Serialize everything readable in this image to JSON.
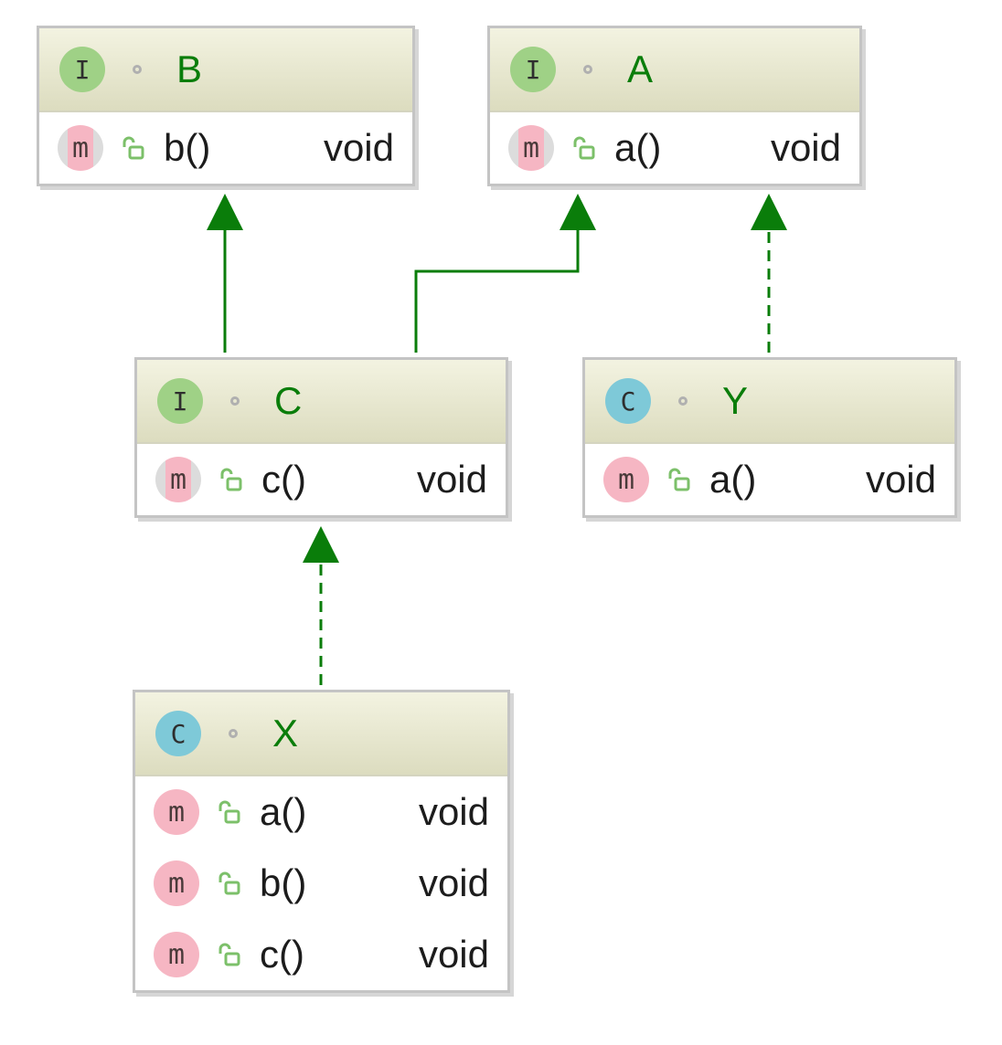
{
  "nodes": [
    {
      "id": "B",
      "kind": "I",
      "name": "B",
      "members": [
        {
          "badge": "m",
          "name": "b()",
          "type": "void",
          "inherited": true
        }
      ]
    },
    {
      "id": "A",
      "kind": "I",
      "name": "A",
      "members": [
        {
          "badge": "m",
          "name": "a()",
          "type": "void",
          "inherited": true
        }
      ]
    },
    {
      "id": "C",
      "kind": "I",
      "name": "C",
      "members": [
        {
          "badge": "m",
          "name": "c()",
          "type": "void",
          "inherited": true
        }
      ]
    },
    {
      "id": "Y",
      "kind": "C",
      "name": "Y",
      "members": [
        {
          "badge": "m",
          "name": "a()",
          "type": "void",
          "inherited": false
        }
      ]
    },
    {
      "id": "X",
      "kind": "C",
      "name": "X",
      "members": [
        {
          "badge": "m",
          "name": "a()",
          "type": "void",
          "inherited": false
        },
        {
          "badge": "m",
          "name": "b()",
          "type": "void",
          "inherited": false
        },
        {
          "badge": "m",
          "name": "c()",
          "type": "void",
          "inherited": false
        }
      ]
    }
  ],
  "edges": [
    {
      "from": "C",
      "to": "B",
      "relation": "extends",
      "style": "solid"
    },
    {
      "from": "C",
      "to": "A",
      "relation": "extends",
      "style": "solid"
    },
    {
      "from": "Y",
      "to": "A",
      "relation": "implements",
      "style": "dashed"
    },
    {
      "from": "X",
      "to": "C",
      "relation": "implements",
      "style": "dashed"
    }
  ],
  "colors": {
    "interface_badge": "#9fd186",
    "class_badge": "#7ec9d8",
    "method_badge": "#f6b6c3",
    "edge": "#0a7d0a",
    "node_name": "#0a7d0a"
  },
  "icons": {
    "visibility": "open-lock-icon",
    "static_marker": "dot-icon"
  }
}
